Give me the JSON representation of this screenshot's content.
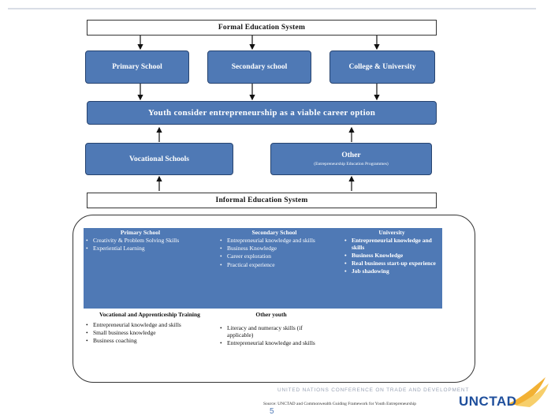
{
  "formal": "Formal Education System",
  "primary_school": "Primary School",
  "secondary_school": "Secondary school",
  "college": "College & University",
  "youth": "Youth consider entrepreneurship as a viable career option",
  "vocational": "Vocational Schools",
  "other": "Other",
  "other_sub": "(Entrepreneurship Education Programmes)",
  "informal": "Informal Education System",
  "col_primary": {
    "title": "Primary School",
    "items": [
      "Creativity & Problem Solving Skills",
      "Experiential Learning"
    ]
  },
  "col_secondary": {
    "title": "Secondary School",
    "items": [
      "Entrepreneurial knowledge and skills",
      "Business Knowledge",
      "Career exploration",
      "Practical experience"
    ]
  },
  "col_university": {
    "title": "University",
    "items": [
      "Entrepreneurial knowledge and skills",
      "Business Knowledge",
      "Real business start-up experience",
      "Job shadowing"
    ]
  },
  "col_vocational": {
    "title": "Vocational and Apprenticeship Training",
    "items": [
      "Entrepreneurial knowledge and skills",
      "Small business knowledge",
      "Business coaching"
    ]
  },
  "col_other_youth": {
    "title": "Other youth",
    "items": [
      "Literacy and numeracy skills (if applicable)",
      "Entrepreneurial knowledge and skills"
    ]
  },
  "footer": {
    "banner": "UNITED NATIONS CONFERENCE ON TRADE AND DEVELOPMENT",
    "source": "Source: UNCTAD and Commonwealth Guiding Framework for Youth Entrepreneurship",
    "logo": "UNCTAD",
    "page": "5"
  },
  "colors": {
    "box_blue": "#4f79b5",
    "box_border": "#26436f",
    "logo_blue": "#1f4f9c"
  }
}
